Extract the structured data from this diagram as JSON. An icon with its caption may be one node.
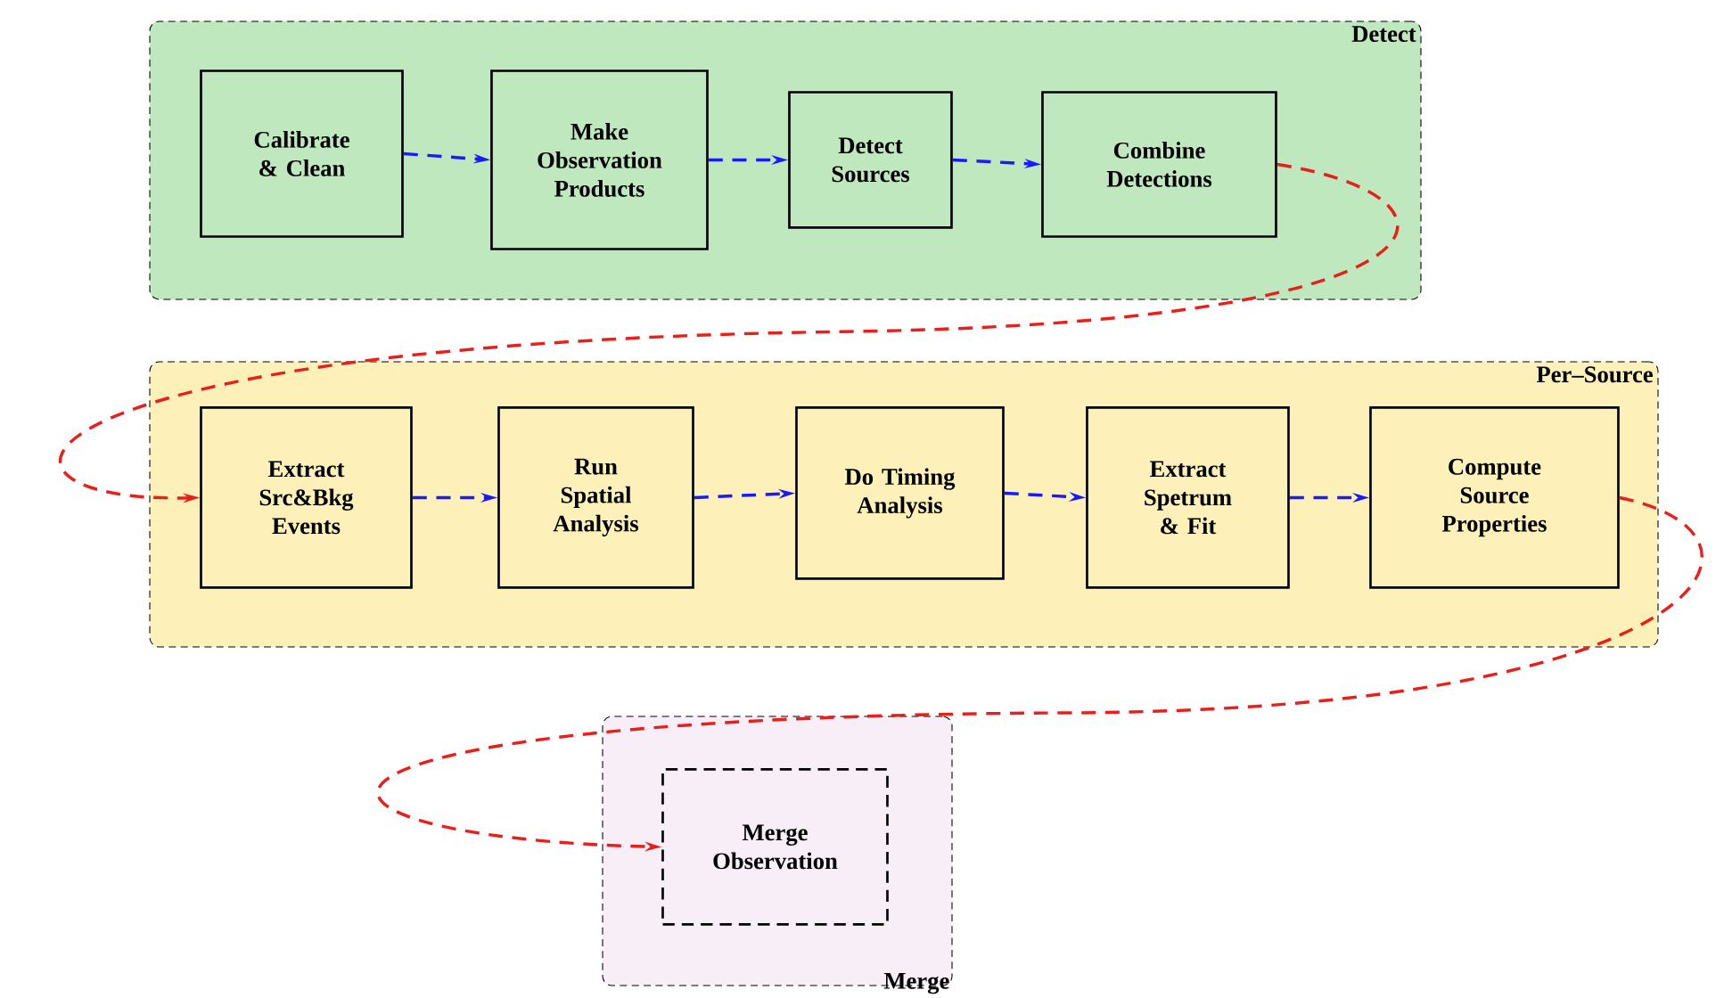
{
  "diagram": {
    "nodes": [
      {
        "text": [
          "Detect"
        ]
      },
      {
        "text": [
          "Calibrate & Clean"
        ],
        "in": 0
      },
      {
        "text": [
          "Make Observation Products"
        ],
        "in": 0
      },
      {
        "text": [
          "Detect Sources"
        ],
        "in": 0
      },
      {
        "text": [
          "Combine Detections"
        ],
        "in": 0
      },
      {
        "text": [
          "Per–Source"
        ]
      },
      {
        "text": [
          "Extract Src&Bkg Events"
        ],
        "in": 5
      },
      {
        "text": [
          "Run Spatial Analysis"
        ],
        "in": 5
      },
      {
        "text": [
          "Do Timing Analysis"
        ],
        "in": 5
      },
      {
        "text": [
          "Extract Spetrum & Fit"
        ],
        "in": 5
      },
      {
        "text": [
          "Compute Source Properties"
        ],
        "in": 5
      },
      {
        "text": [
          "Merge"
        ]
      },
      {
        "text": [
          "Merge Observation"
        ],
        "in": 11
      }
    ],
    "edges": [
      {
        "from": 1,
        "to": 2,
        "arrow": "to",
        "style": "dashed"
      },
      {
        "from": 2,
        "to": 3,
        "arrow": "to",
        "style": "dashed"
      },
      {
        "from": 3,
        "to": 4,
        "arrow": "to",
        "style": "dashed"
      },
      {
        "from": 4,
        "to": 6,
        "arrow": "to",
        "style": "dashed",
        "color": "#e8201c"
      },
      {
        "from": 6,
        "to": 7,
        "arrow": "to",
        "style": "dashed"
      },
      {
        "from": 7,
        "to": 8,
        "arrow": "to",
        "style": "dashed"
      },
      {
        "from": 8,
        "to": 9,
        "arrow": "to",
        "style": "dashed"
      },
      {
        "from": 9,
        "to": 10,
        "arrow": "to",
        "style": "dashed"
      },
      {
        "from": 10,
        "to": 12,
        "arrow": "to",
        "style": "dashed",
        "color": "#e8201c"
      }
    ]
  }
}
